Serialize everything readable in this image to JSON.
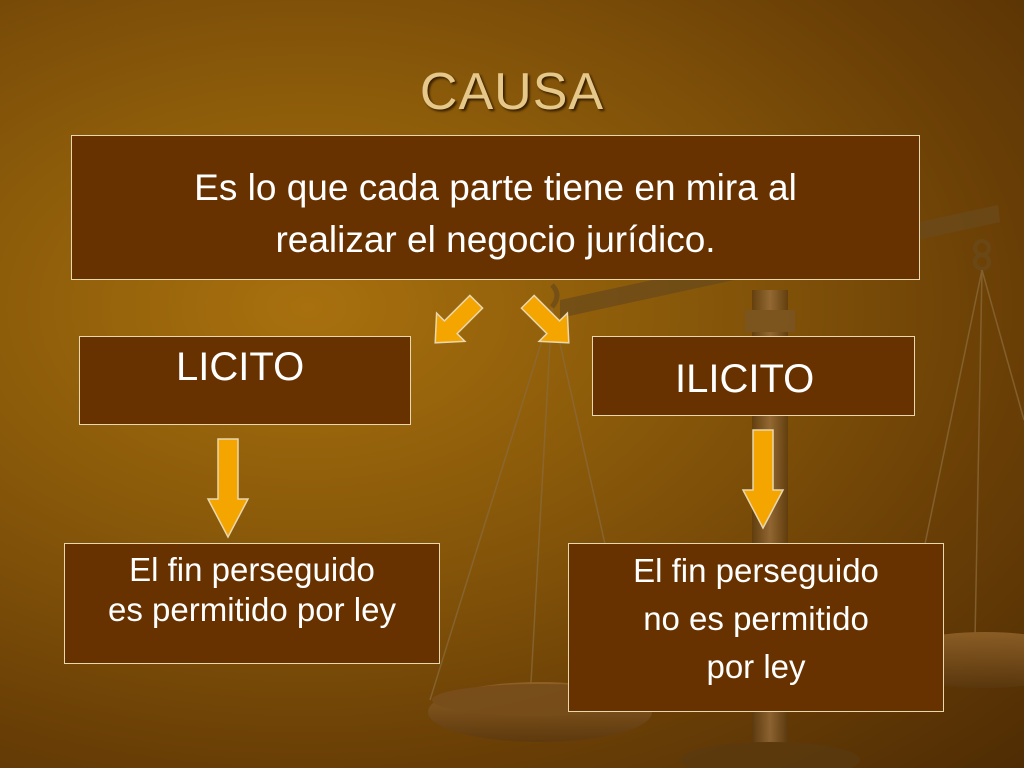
{
  "title": "CAUSA",
  "definition": {
    "line1": "Es lo que cada parte tiene en mira al",
    "line2": "realizar el negocio jurídico."
  },
  "branches": {
    "left": {
      "label": "LICITO",
      "result_line1": "El fin perseguido",
      "result_line2": "es permitido por ley"
    },
    "right": {
      "label": "ILICITO",
      "result_line1": "El fin perseguido",
      "result_line2": "no es permitido",
      "result_line3": "por ley"
    }
  },
  "colors": {
    "box_fill": "#683200",
    "box_border": "#e8d8b0",
    "arrow_fill": "#f5a500",
    "arrow_stroke": "#e8d8b0",
    "title_text": "#e6c98a"
  },
  "icons": {
    "background": "scales-of-justice-icon",
    "connector": "arrow-icon"
  }
}
